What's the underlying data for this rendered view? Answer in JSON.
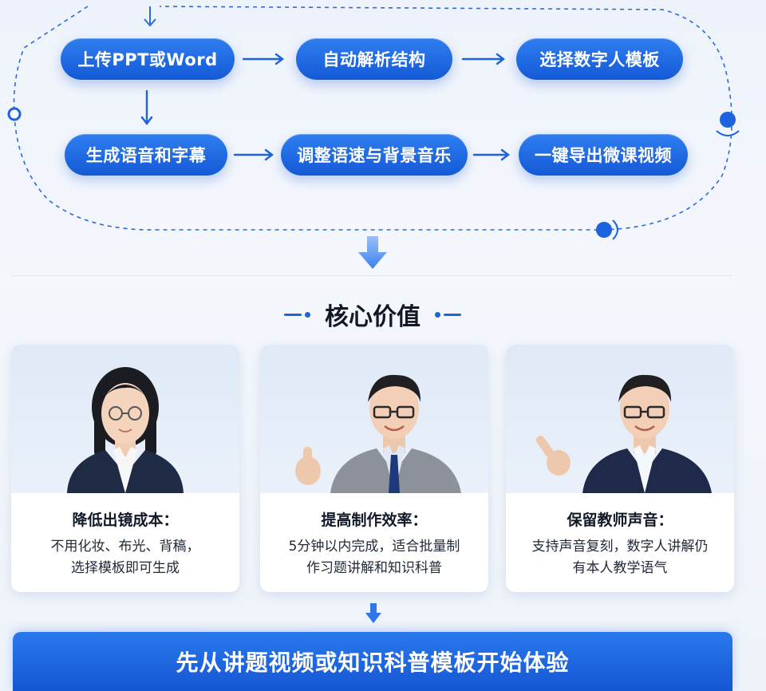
{
  "flow": {
    "steps": [
      "上传PPT或Word",
      "自动解析结构",
      "选择数字人模板",
      "生成语音和字幕",
      "调整语速与背景音乐",
      "一键导出微课视频"
    ]
  },
  "section": {
    "title": "核心价值"
  },
  "cards": [
    {
      "heading": "降低出镜成本：",
      "line1": "不用化妆、布光、背稿，",
      "line2": "选择模板即可生成"
    },
    {
      "heading": "提高制作效率：",
      "line1": "5分钟以内完成，适合批量制",
      "line2": "作习题讲解和知识科普"
    },
    {
      "heading": "保留教师声音：",
      "line1": "支持声音复刻，数字人讲解仍",
      "line2": "有本人教学语气"
    }
  ],
  "cta": {
    "label": "先从讲题视频或知识科普模板开始体验"
  },
  "colors": {
    "accent": "#1d63dd",
    "pill": "#1a66de",
    "background": "#eef3fb"
  }
}
